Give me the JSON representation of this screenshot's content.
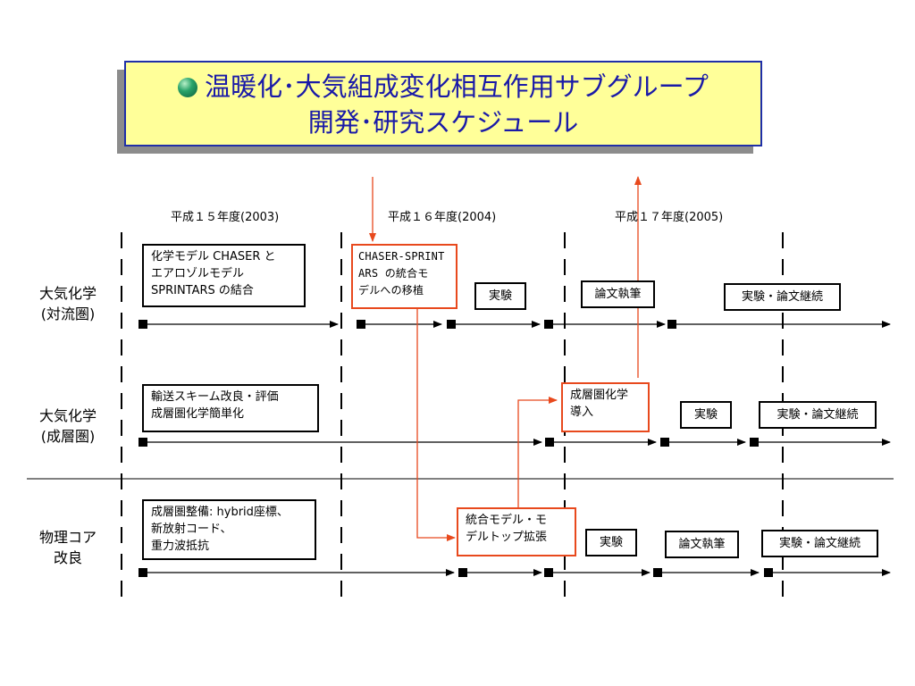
{
  "title": {
    "line1": "温暖化･大気組成変化相互作用サブグループ",
    "line2": "開発･研究スケジュール",
    "icon": "globe-icon"
  },
  "years": [
    {
      "label": "平成１５年度(2003)"
    },
    {
      "label": "平成１６年度(2004)"
    },
    {
      "label": "平成１７年度(2005)"
    }
  ],
  "rows": [
    {
      "label_line1": "大気化学",
      "label_line2": "(対流圏)"
    },
    {
      "label_line1": "大気化学",
      "label_line2": "(成層圏)"
    },
    {
      "label_line1": "物理コア",
      "label_line2": "改良"
    }
  ],
  "tasks": {
    "r1_chaser_sprintars": [
      "化学モデル CHASER と",
      "エアロゾルモデル",
      "SPRINTARS の結合"
    ],
    "r1_migration": [
      "CHASER-SPRINT",
      "ARS の統合モ",
      "デルへの移植"
    ],
    "r1_experiment": "実験",
    "r1_paper": "論文執筆",
    "r1_continue": "実験・論文継続",
    "r2_transport": [
      "輸送スキーム改良・評価",
      "成層圏化学簡単化"
    ],
    "r2_strat_chem": [
      "成層圏化学",
      "導入"
    ],
    "r2_experiment": "実験",
    "r2_continue": "実験・論文継続",
    "r3_strat_improve": [
      "成層圏整備: hybrid座標、",
      "新放射コード、",
      "重力波抵抗"
    ],
    "r3_integrated": [
      "統合モデル・モ",
      "デルトップ拡張"
    ],
    "r3_experiment": "実験",
    "r3_paper": "論文執筆",
    "r3_continue": "実験・論文継続"
  },
  "colors": {
    "title_bg": "#ffff99",
    "title_border": "#1f2fa8",
    "title_text": "#1a1aa8",
    "highlight": "#e8491d"
  }
}
